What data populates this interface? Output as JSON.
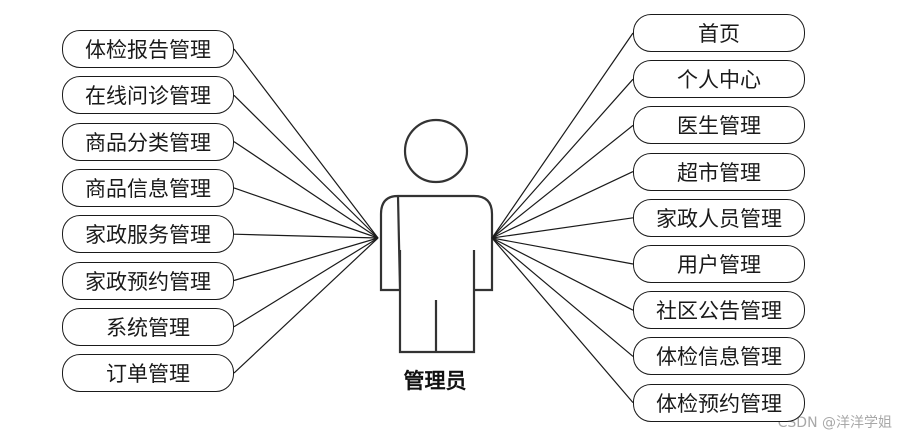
{
  "actor": {
    "label": "管理员"
  },
  "left_functions": [
    "体检报告管理",
    "在线问诊管理",
    "商品分类管理",
    "商品信息管理",
    "家政服务管理",
    "家政预约管理",
    "系统管理",
    "订单管理"
  ],
  "right_functions": [
    "首页",
    "个人中心",
    "医生管理",
    "超市管理",
    "家政人员管理",
    "用户管理",
    "社区公告管理",
    "体检信息管理",
    "体检预约管理"
  ],
  "watermark": "CSDN @洋洋学姐",
  "colors": {
    "line": "#1a1a1a",
    "box_fill": "#ffffff",
    "watermark": "#a8a8a8"
  }
}
